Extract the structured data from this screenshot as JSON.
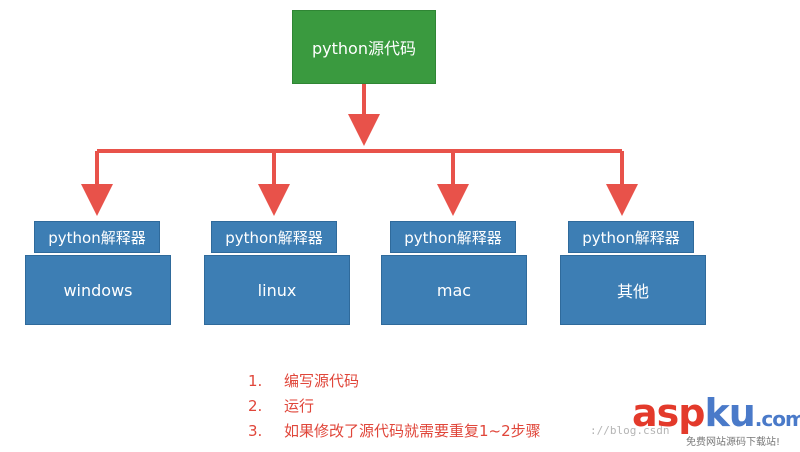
{
  "diagram": {
    "source_label": "python源代码",
    "interpreter_label": "python解释器",
    "platforms": [
      "windows",
      "linux",
      "mac",
      "其他"
    ]
  },
  "steps": [
    {
      "num": "1.",
      "text": "编写源代码"
    },
    {
      "num": "2.",
      "text": "运行"
    },
    {
      "num": "3.",
      "text": "如果修改了源代码就需要重复1~2步骤"
    }
  ],
  "watermark": "://blog.csdn",
  "logo": {
    "asp": "asp",
    "ku": "ku",
    "com": ".com",
    "tagline": "免费网站源码下载站!"
  },
  "colors": {
    "source": "#3a9a3f",
    "platform": "#3d7eb4",
    "arrow": "#e8524a",
    "notes": "#e0463a"
  }
}
